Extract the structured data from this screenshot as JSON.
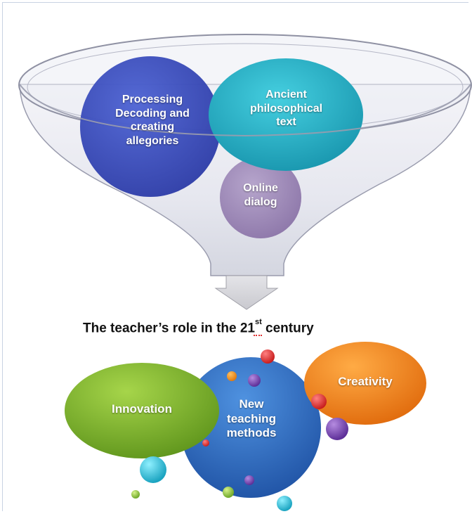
{
  "funnel": {
    "bubbles": [
      {
        "key": "processing",
        "lines": [
          "Processing",
          "Decoding and",
          "creating",
          "allegories"
        ]
      },
      {
        "key": "ancient",
        "lines": [
          "Ancient",
          "philosophical",
          "text"
        ]
      },
      {
        "key": "online",
        "lines": [
          "Online",
          "dialog"
        ]
      }
    ]
  },
  "title": {
    "prefix": "The teacher’s role in the 21",
    "superscript": "st",
    "suffix": " century"
  },
  "bottom": {
    "innovation": "Innovation",
    "methods_lines": [
      "New",
      "teaching",
      "methods"
    ],
    "creativity": "Creativity"
  },
  "colors": {
    "processing": "#3a4fc0",
    "ancient": "#25b6cc",
    "online": "#a08ab8",
    "innovation": "#7bb42c",
    "methods": "#2c6fc4",
    "creativity": "#f08a1e"
  }
}
